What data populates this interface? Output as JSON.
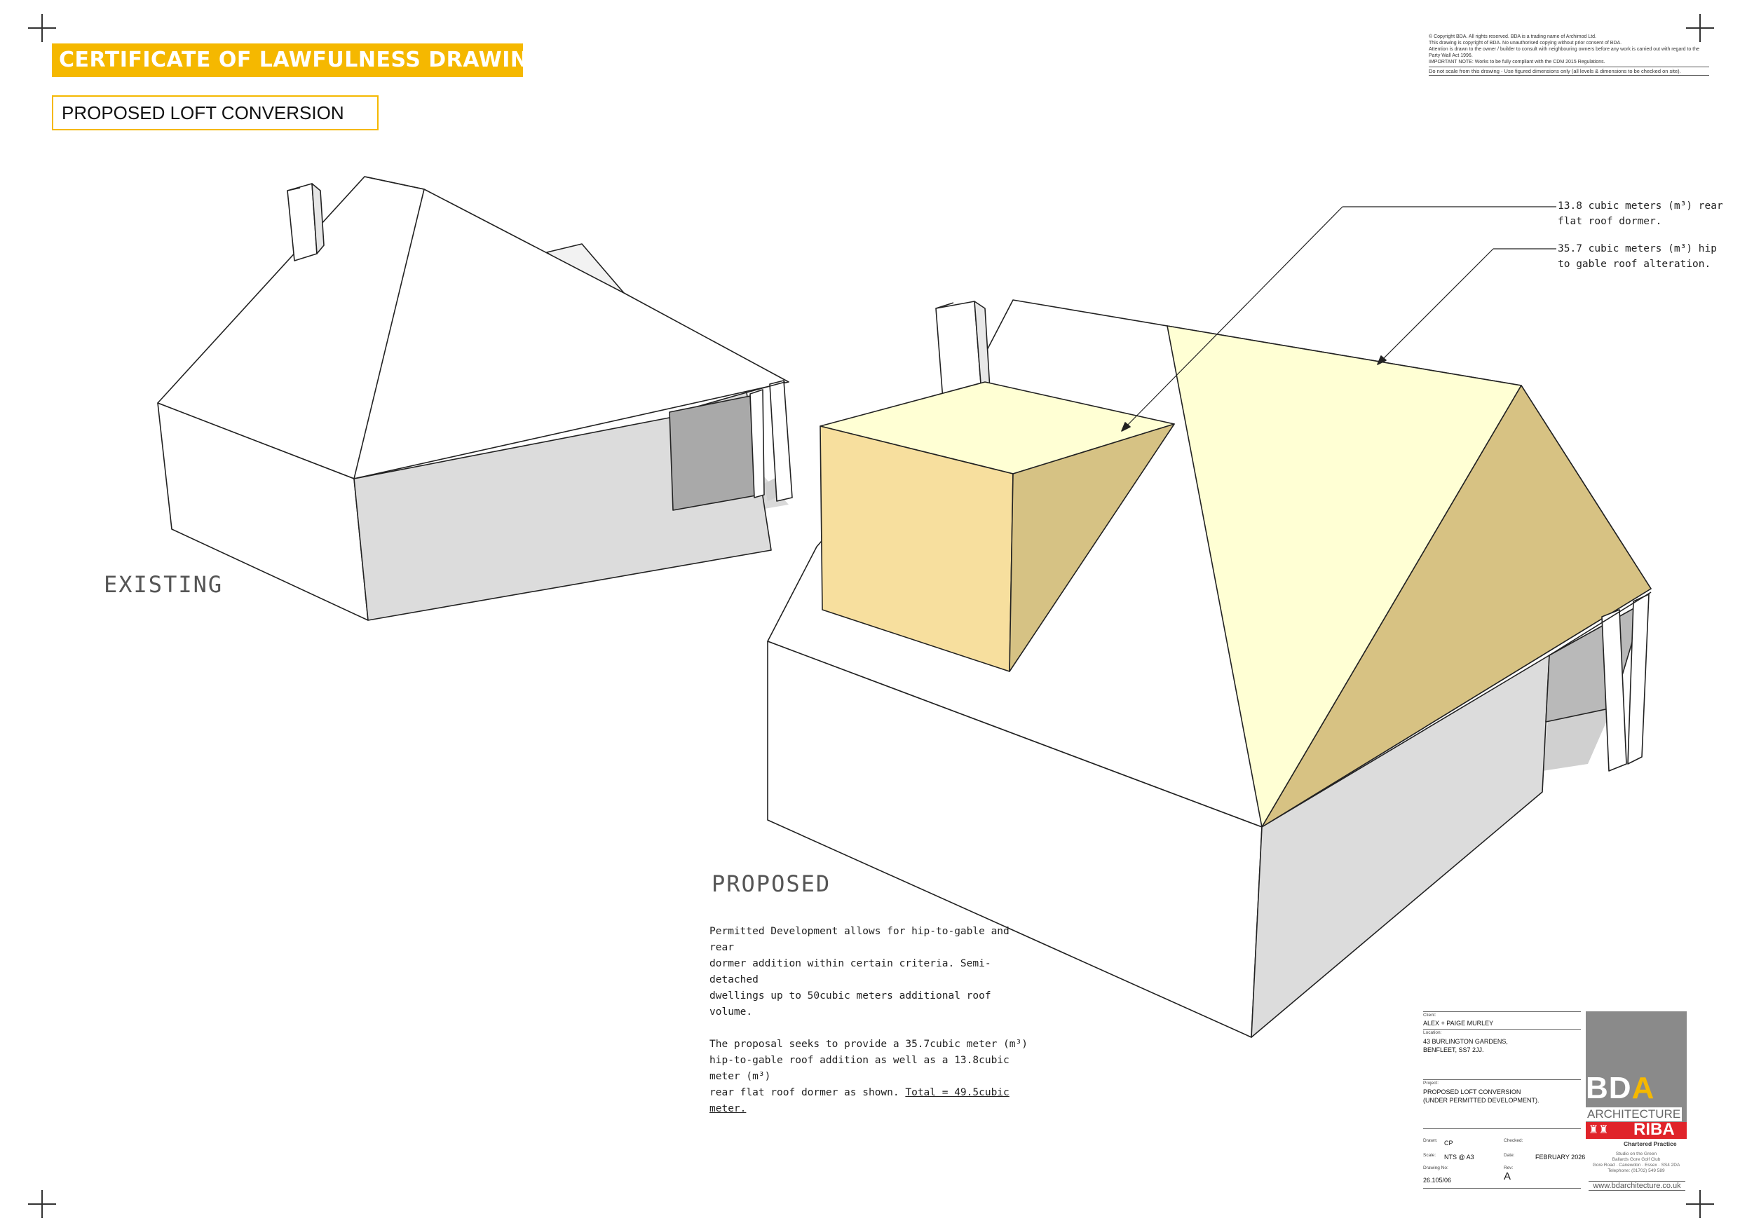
{
  "header": {
    "banner_title": "CERTIFICATE OF LAWFULNESS DRAWING",
    "subtitle": "PROPOSED LOFT CONVERSION"
  },
  "copyright": {
    "line1": "© Copyright BDA. All rights reserved. BDA is a trading name of Archimod Ltd.",
    "line2": "This drawing is copyright of BDA. No unauthorised copying without prior consent of BDA.",
    "line3": "Attention is drawn to the owner / builder to consult with neighbouring owners before any work is carried out with regard to the Party Wall Act 1996.",
    "line4": "IMPORTANT NOTE: Works to be fully compliant with the CDM 2015 Regulations.",
    "note": "Do not scale from this drawing - Use figured dimensions only    (all levels & dimensions to be checked on site)."
  },
  "views": {
    "existing_label": "EXISTING",
    "proposed_label": "PROPOSED"
  },
  "annotations": {
    "dormer_line1": "13.8 cubic meters (m³) rear",
    "dormer_line2": "flat roof dormer.",
    "hip_line1": "35.7 cubic meters (m³) hip",
    "hip_line2": "to gable roof alteration."
  },
  "description": {
    "para1_line1": "Permitted Development allows for hip-to-gable and rear",
    "para1_line2": "dormer addition within certain criteria. Semi-detached",
    "para1_line3": "dwellings up to 50cubic meters additional roof volume.",
    "para2_line1": "The proposal seeks to provide a 35.7cubic meter (m³)",
    "para2_line2": "hip-to-gable roof addition as well as a 13.8cubic meter (m³)",
    "para2_line3a": "rear flat roof dormer as shown. ",
    "para2_line3b": "Total = 49.5cubic meter."
  },
  "title_block": {
    "client_label": "Client:",
    "client": "ALEX + PAIGE MURLEY",
    "location_label": "Location:",
    "location1": "43 BURLINGTON GARDENS,",
    "location2": "BENFLEET, SS7 2JJ.",
    "project_label": "Project:",
    "project1": "PROPOSED LOFT CONVERSION",
    "project2": "(UNDER PERMITTED DEVELOPMENT).",
    "drawn_label": "Drawn:",
    "drawn": "CP",
    "checked_label": "Checked:",
    "checked": "",
    "scale_label": "Scale:",
    "scale": "NTS @ A3",
    "date_label": "Date:",
    "date": "FEBRUARY 2026",
    "drawing_no_label": "Drawing No:",
    "drawing_no": "26.105/06",
    "rev_label": "Rev:",
    "rev": "A"
  },
  "logo": {
    "brand_b": "B",
    "brand_d": "D",
    "brand_a": "A",
    "architecture": "ARCHITECTURE",
    "riba": "RIBA",
    "riba_lions": "♜♜",
    "chartered": "Chartered Practice",
    "address1": "Studio on the Green",
    "address2": "Ballards Gore Golf Club",
    "address3": "Gore Road · Canewdon · Essex · SS4 2DA",
    "telephone": "Telephone: (01702) 549 589",
    "website": "www.bdarchitecture.co.uk"
  },
  "colors": {
    "banner": "#f5b800",
    "dormer_front": "#f7df9e",
    "dormer_side": "#d6c284",
    "roof_light": "#ffffd4",
    "roof_gable": "#d7c283",
    "wall_shade": "#dadada",
    "riba_red": "#e0242a"
  }
}
